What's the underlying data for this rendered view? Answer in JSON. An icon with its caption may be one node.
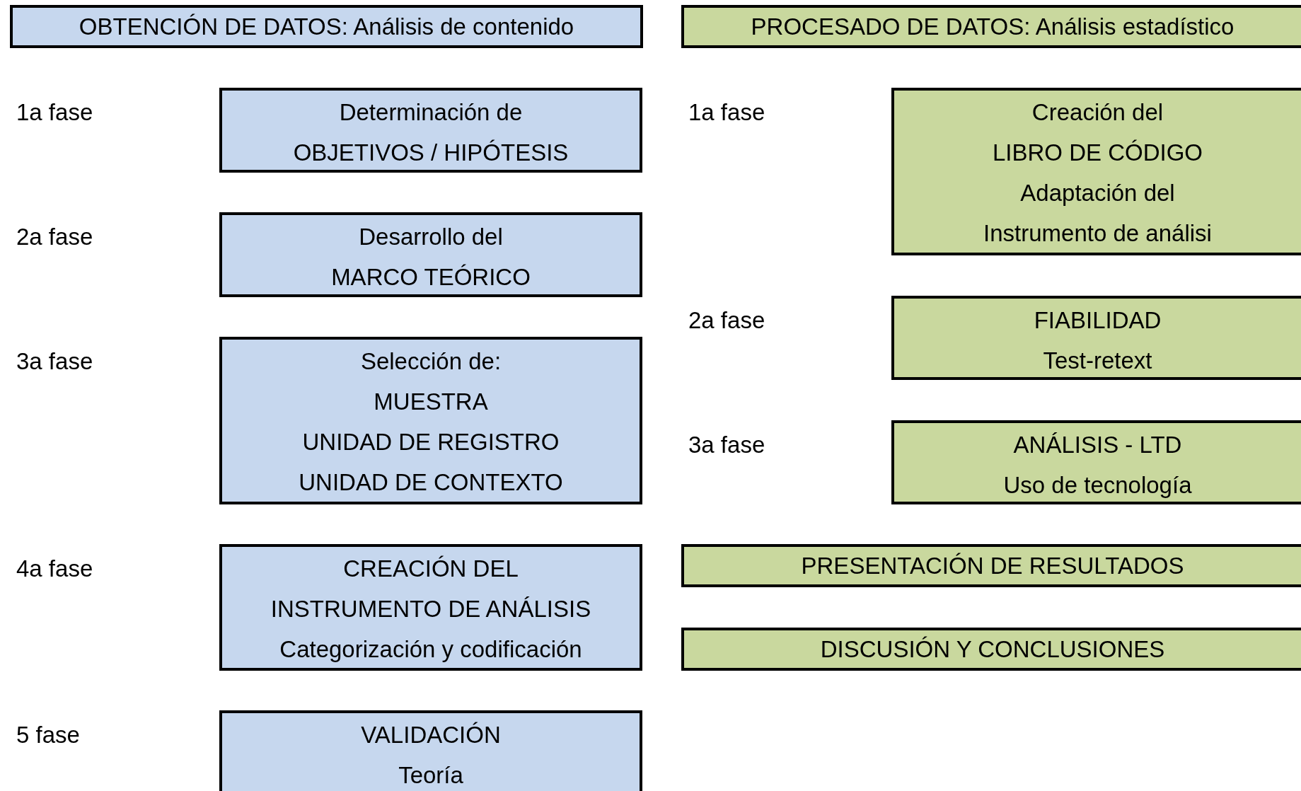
{
  "diagram": {
    "nodes": [
      {
        "text": [
          "OBTENCIÓN DE DATOS: Análisis de contenido"
        ]
      },
      {
        "text": [
          "Determinación de",
          "OBJETIVOS / HIPÓTESIS"
        ]
      },
      {
        "text": [
          "Desarrollo del",
          "MARCO TEÓRICO"
        ]
      },
      {
        "text": [
          "Selección de:",
          "MUESTRA",
          "UNIDAD DE REGISTRO",
          "UNIDAD DE CONTEXTO"
        ]
      },
      {
        "text": [
          "CREACIÓN DEL",
          "INSTRUMENTO DE ANÁLISIS",
          "Categorización y codificación"
        ]
      },
      {
        "text": [
          "VALIDACIÓN",
          "Teoría"
        ]
      },
      {
        "text": [
          "PROCESADO DE DATOS: Análisis estadístico"
        ]
      },
      {
        "text": [
          "Creación del",
          "LIBRO DE CÓDIGO",
          "Adaptación del",
          "Instrumento de análisi"
        ]
      },
      {
        "text": [
          "FIABILIDAD",
          "Test-retext"
        ]
      },
      {
        "text": [
          "ANÁLISIS - LTD",
          "Uso de tecnología"
        ]
      },
      {
        "text": [
          "PRESENTACIÓN DE RESULTADOS"
        ]
      },
      {
        "text": [
          "DISCUSIÓN Y CONCLUSIONES"
        ]
      }
    ],
    "labels": [
      "1a fase",
      "2a fase",
      "3a fase",
      "4a fase",
      "5 fase",
      "1a fase",
      "2a fase",
      "3a fase"
    ]
  }
}
